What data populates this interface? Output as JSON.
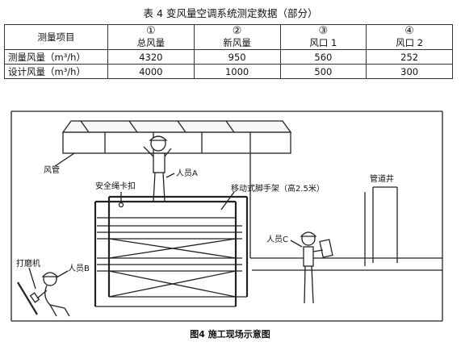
{
  "table": {
    "caption": "表 4 变风量空调系统测定数据（部分）",
    "corner_header": "测量项目",
    "columns": [
      {
        "num": "①",
        "label": "总风量"
      },
      {
        "num": "②",
        "label": "新风量"
      },
      {
        "num": "③",
        "label": "风口 1"
      },
      {
        "num": "④",
        "label": "风口 2"
      }
    ],
    "rows": [
      {
        "label": "测量风量（m³/h）",
        "values": [
          "4320",
          "950",
          "560",
          "252"
        ]
      },
      {
        "label": "设计风量（m³/h）",
        "values": [
          "4000",
          "1000",
          "500",
          "300"
        ]
      }
    ]
  },
  "figure": {
    "caption": "图4  施工现场示意图",
    "labels": {
      "duct": "风管",
      "person_a": "人员A",
      "safety_clip": "安全绳卡扣",
      "scaffold": "移动式脚手架（高2.5米）",
      "pipe_shaft": "管道井",
      "person_c": "人员C",
      "grinder": "打磨机",
      "person_b": "人员B"
    }
  }
}
